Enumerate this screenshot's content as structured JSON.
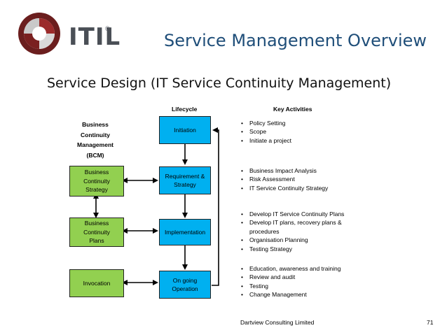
{
  "header": {
    "logo_text": "ITIL",
    "logo_mark": "®",
    "title": "Service Management Overview"
  },
  "subtitle": "Service Design (IT Service Continuity Management)",
  "columns": {
    "lifecycle": "Lifecycle",
    "key_activities": "Key Activities"
  },
  "bcm": {
    "line1": "Business",
    "line2": "Continuity",
    "line3": "Management",
    "line4": "(BCM)"
  },
  "lifecycle_boxes": [
    {
      "lines": [
        "Initiation"
      ]
    },
    {
      "lines": [
        "Requirement &",
        "Strategy"
      ]
    },
    {
      "lines": [
        "Implementation"
      ]
    },
    {
      "lines": [
        "On going",
        "Operation"
      ]
    }
  ],
  "bcm_boxes": [
    {
      "lines": [
        "Business",
        "Continuity",
        "Strategy"
      ]
    },
    {
      "lines": [
        "Business",
        "Continuity",
        "Plans"
      ]
    },
    {
      "lines": [
        "Invocation"
      ]
    }
  ],
  "activities": [
    [
      "Policy Setting",
      "Scope",
      "Initiate a project"
    ],
    [
      "Business Impact Analysis",
      "Risk Assessment",
      "IT Service Continuity Strategy"
    ],
    [
      "Develop IT Service Continuity Plans",
      "Develop IT plans, recovery plans &",
      "procedures",
      "Organisation Planning",
      "Testing Strategy"
    ],
    [
      "Education, awareness and training",
      "Review and audit",
      "Testing",
      "Change Management"
    ]
  ],
  "footer": {
    "company": "Dartview Consulting Limited",
    "page": "71"
  },
  "colors": {
    "lifecycle_box": "#00b0f0",
    "bcm_box": "#92d050",
    "title": "#1f4e79"
  }
}
